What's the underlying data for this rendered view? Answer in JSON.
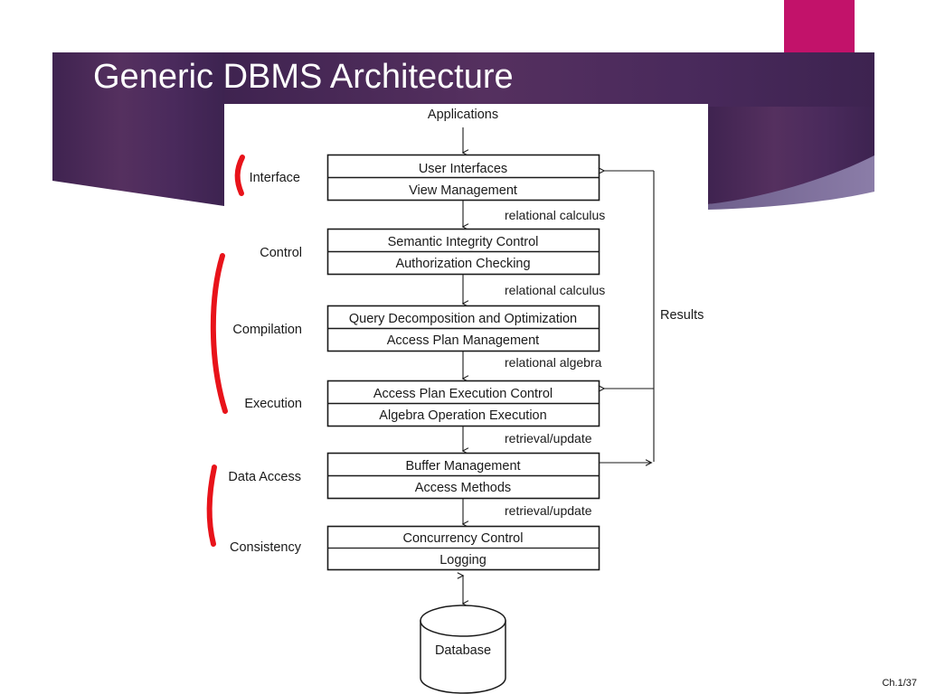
{
  "slide": {
    "title": "Generic DBMS Architecture",
    "page_number": "Ch.1/37",
    "colors": {
      "banner_purple": "#4a2a5a",
      "banner_purple_dark": "#3a2048",
      "banner_swoosh": "#7a6a95",
      "accent_magenta": "#c2126a",
      "bracket_red": "#e8131a",
      "diagram_line": "#1a1a1a",
      "text_dark": "#1a1a1a",
      "title_text": "#ffffff"
    }
  },
  "diagram": {
    "top_label": "Applications",
    "database_label": "Database",
    "return_label": "Results",
    "side_labels": [
      {
        "name": "interface",
        "label": "Interface"
      },
      {
        "name": "control",
        "label": "Control"
      },
      {
        "name": "compilation",
        "label": "Compilation"
      },
      {
        "name": "execution",
        "label": "Execution"
      },
      {
        "name": "data-access",
        "label": "Data Access"
      },
      {
        "name": "consistency",
        "label": "Consistency"
      }
    ],
    "layers": [
      {
        "name": "interface-layer",
        "top": "User  Interfaces",
        "bottom": "View  Management"
      },
      {
        "name": "control-layer",
        "top": "Semantic  Integrity  Control",
        "bottom": "Authorization  Checking"
      },
      {
        "name": "compilation-layer",
        "top": "Query  Decomposition  and  Optimization",
        "bottom": "Access  Plan  Management"
      },
      {
        "name": "execution-layer",
        "top": "Access  Plan  Execution  Control",
        "bottom": "Algebra  Operation  Execution"
      },
      {
        "name": "data-access-layer",
        "top": "Buffer  Management",
        "bottom": "Access  Methods"
      },
      {
        "name": "consistency-layer",
        "top": "Concurrency  Control",
        "bottom": "Logging"
      }
    ],
    "edge_labels": [
      {
        "name": "edge-1",
        "label": "relational calculus"
      },
      {
        "name": "edge-2",
        "label": "relational calculus"
      },
      {
        "name": "edge-3",
        "label": "relational algebra"
      },
      {
        "name": "edge-4",
        "label": "retrieval/update"
      },
      {
        "name": "edge-5",
        "label": "retrieval/update"
      }
    ]
  }
}
